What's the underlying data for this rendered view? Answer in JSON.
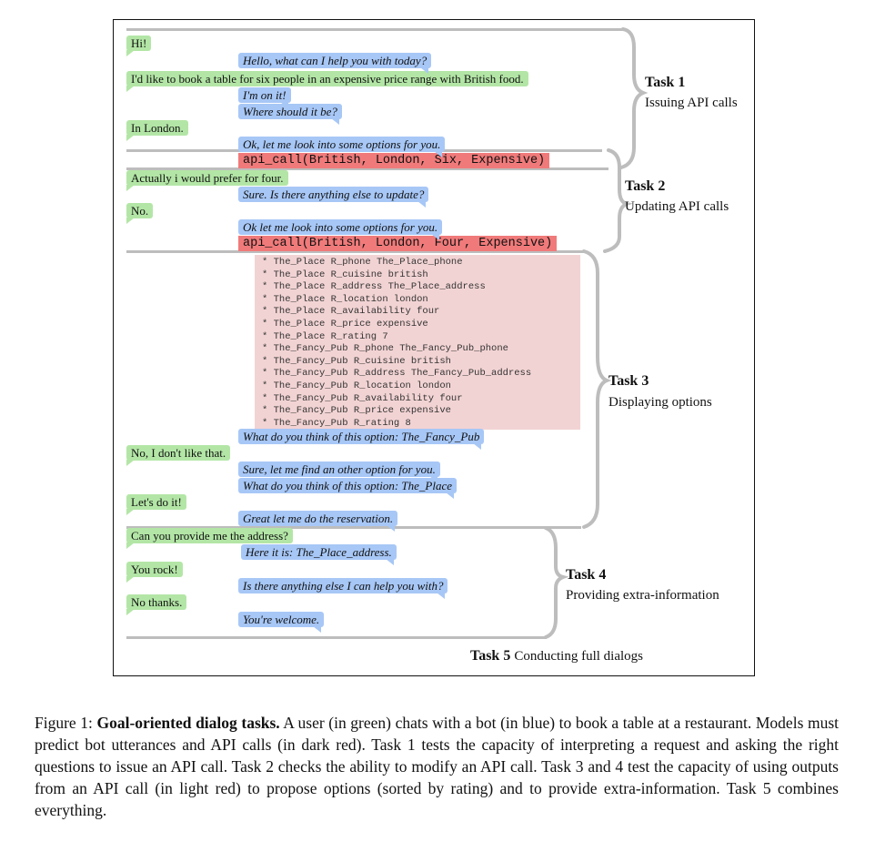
{
  "dialog": {
    "user_1": "Hi!",
    "bot_1": "Hello, what can I help you with today?",
    "user_2": "I'd like to book a table for six people in an expensive price range with British food.",
    "bot_2": "I'm on it!",
    "bot_3": "Where should it be?",
    "user_3": "In London.",
    "bot_4": "Ok, let me look into some options for you.",
    "api_1": "api_call(British, London, Six, Expensive)",
    "user_4": "Actually i would prefer for four.",
    "bot_5": "Sure. Is there anything else to update?",
    "user_5": "No.",
    "bot_6": "Ok let me look into some options for you.",
    "api_2": "api_call(British, London, Four, Expensive)",
    "kb": [
      "* The_Place R_phone The_Place_phone",
      "* The_Place R_cuisine british",
      "* The_Place R_address The_Place_address",
      "* The_Place R_location london",
      "* The_Place R_availability four",
      "* The_Place R_price expensive",
      "* The_Place R_rating 7",
      "* The_Fancy_Pub R_phone The_Fancy_Pub_phone",
      "* The_Fancy_Pub R_cuisine british",
      "* The_Fancy_Pub R_address The_Fancy_Pub_address",
      "* The_Fancy_Pub R_location london",
      "* The_Fancy_Pub R_availability four",
      "* The_Fancy_Pub R_price expensive",
      "* The_Fancy_Pub R_rating 8"
    ],
    "bot_7": "What do you think of this option: The_Fancy_Pub",
    "user_6": "No, I don't like that.",
    "bot_8": "Sure, let me find an other option for you.",
    "bot_9": "What do you think of this option: The_Place",
    "user_7": "Let's do it!",
    "bot_10": "Great let me do the reservation.",
    "user_8": "Can you provide me the address?",
    "bot_11": "Here it is: The_Place_address.",
    "user_9": "You rock!",
    "bot_12": "Is there anything else I can help you with?",
    "user_10": "No thanks.",
    "bot_13": "You're welcome."
  },
  "tasks": {
    "t1_title": "Task 1",
    "t1_sub": "Issuing API calls",
    "t2_title": "Task 2",
    "t2_sub": "Updating API calls",
    "t3_title": "Task 3",
    "t3_sub": "Displaying options",
    "t4_title": "Task 4",
    "t4_sub": "Providing extra-information",
    "t5_title": "Task 5",
    "t5_sub": "Conducting full dialogs"
  },
  "caption": {
    "label": "Figure 1:",
    "bold": "Goal-oriented dialog tasks.",
    "text": "A user (in green) chats with a bot (in blue) to book a table at a restaurant. Models must predict bot utterances and API calls (in dark red). Task 1 tests the capacity of interpreting a request and asking the right questions to issue an API call. Task 2 checks the ability to modify an API call. Task 3 and 4 test the capacity of using outputs from an API call (in light red) to propose options (sorted by rating) and to provide extra-information. Task 5 combines everything."
  },
  "colors": {
    "user": "#b3e6a6",
    "bot": "#a7c7f6",
    "api_call": "#f07a7a",
    "api_output": "#f2d3d3",
    "bracket": "#bdbdbd"
  }
}
